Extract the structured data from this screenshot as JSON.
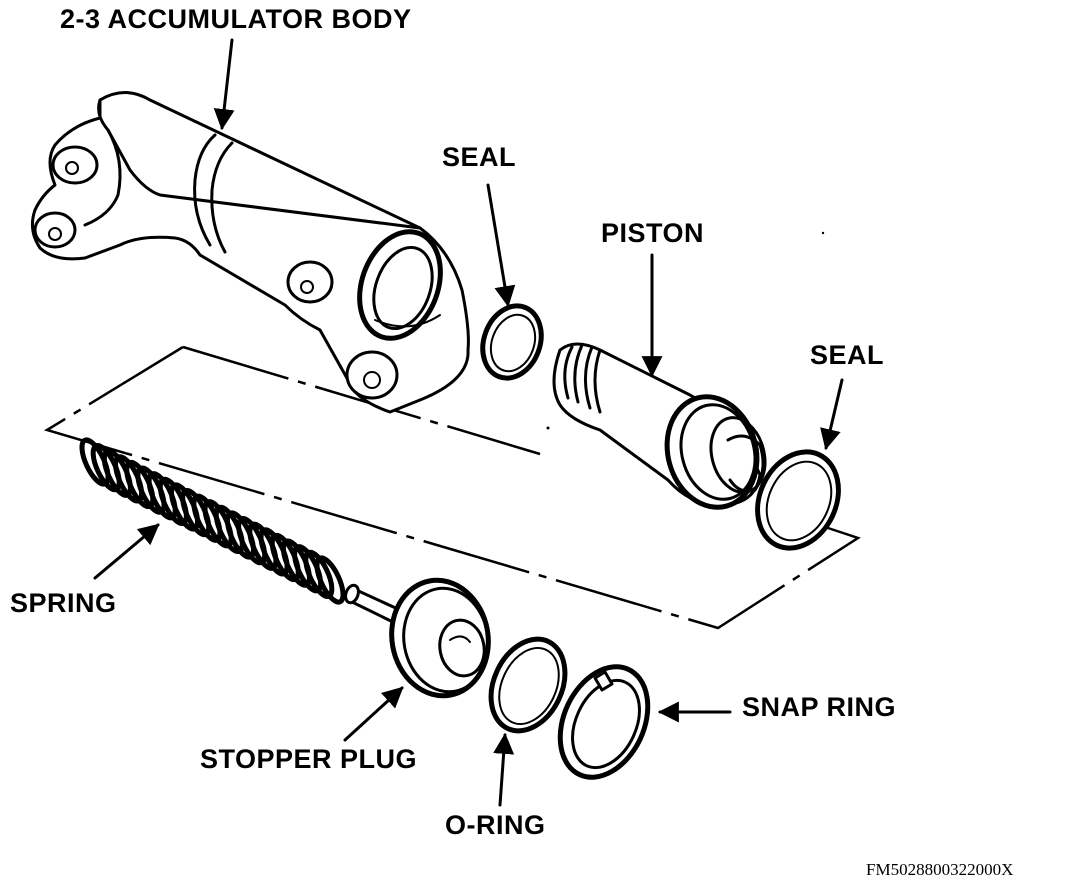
{
  "labels": {
    "accumulator_body": "2-3 ACCUMULATOR BODY",
    "seal_top": "SEAL",
    "piston": "PISTON",
    "seal_right": "SEAL",
    "spring": "SPRING",
    "stopper_plug": "STOPPER PLUG",
    "o_ring": "O-RING",
    "snap_ring": "SNAP RING"
  },
  "figure_code": "FM5028800322000X"
}
